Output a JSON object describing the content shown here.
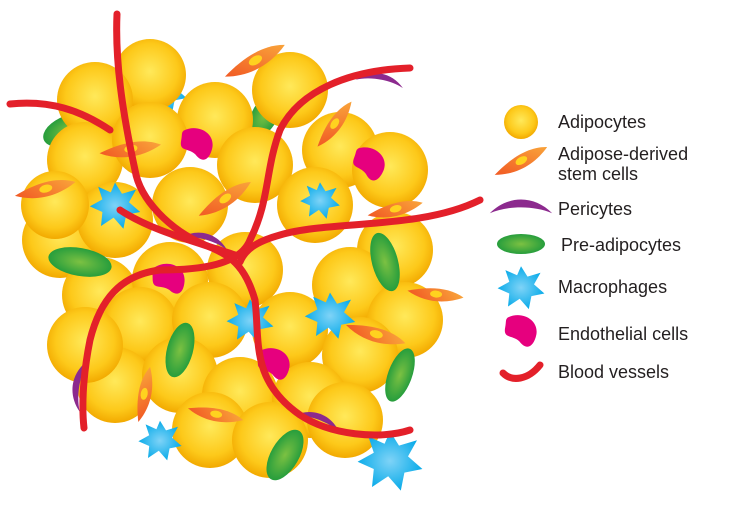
{
  "legend": {
    "items": [
      {
        "key": "adipocyte",
        "label": "Adipocytes",
        "icon": "adipocyte-icon"
      },
      {
        "key": "stem",
        "label": "Adipose-derived stem cells",
        "line1": "Adipose-derived",
        "line2": "stem cells",
        "icon": "stem-cell-icon"
      },
      {
        "key": "pericyte",
        "label": "Pericytes",
        "icon": "pericyte-icon"
      },
      {
        "key": "preadipocyte",
        "label": "Pre-adipocytes",
        "icon": "pre-adipocyte-icon"
      },
      {
        "key": "macrophage",
        "label": "Macrophages",
        "icon": "macrophage-icon"
      },
      {
        "key": "endothelial",
        "label": "Endothelial cells",
        "icon": "endothelial-cell-icon"
      },
      {
        "key": "vessel",
        "label": "Blood vessels",
        "icon": "blood-vessel-icon"
      }
    ]
  },
  "colors": {
    "adipocyte": "#f7bd0f",
    "stem": "#f26b2a",
    "pericyte": "#8c2a8e",
    "preadipocyte": "#2e9e3e",
    "macrophage": "#1fb3ea",
    "endothelial": "#e6007e",
    "vessel": "#e3202a"
  }
}
